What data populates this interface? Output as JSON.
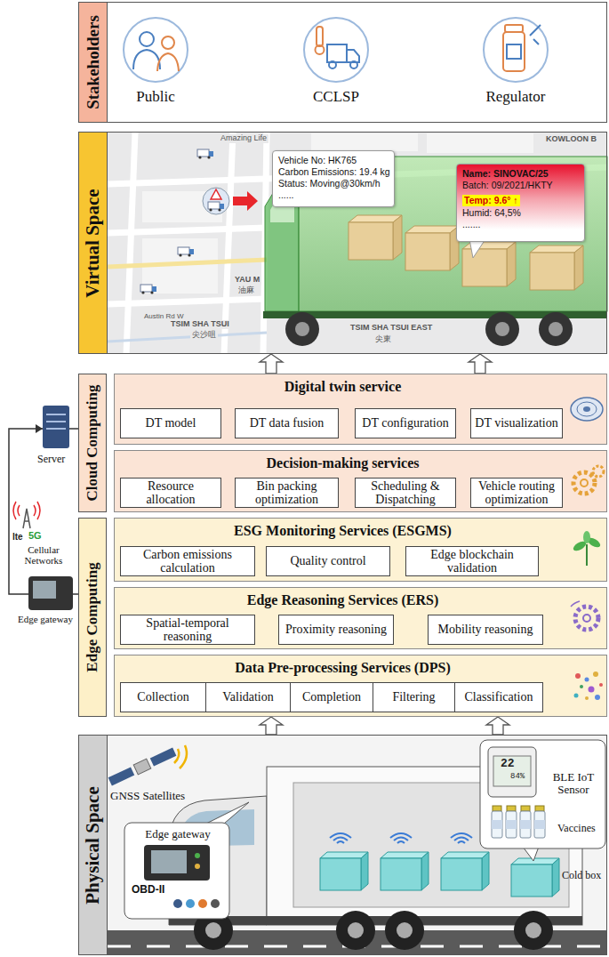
{
  "diagram": {
    "nodes": [
      {
        "text": [
          "Stakeholders"
        ]
      },
      {
        "text": [
          "Virtual Space"
        ]
      },
      {
        "text": [
          "Vehicle No: HK765",
          "Carbon Emissions: 19.4 kg",
          "Status: Moving@30km/h",
          "......"
        ],
        "in": 1
      },
      {
        "text": [
          "Name: SINOVAC/25",
          "Batch: 09/2021/HKTY",
          "Temp: 9.6° ↑",
          "Humid: 64,5%",
          "......."
        ],
        "in": 1
      },
      {
        "text": [
          "Cloud Computing"
        ]
      },
      {
        "text": [
          "Digital twin service"
        ]
      },
      {
        "text": [
          "DT model"
        ],
        "in": 5
      },
      {
        "text": [
          "DT data fusion"
        ],
        "in": 5
      },
      {
        "text": [
          "DT configuration"
        ],
        "in": 5
      },
      {
        "text": [
          "DT visualization"
        ],
        "in": 5
      },
      {
        "text": [
          "Decision-making services"
        ]
      },
      {
        "text": [
          "Resource allocation"
        ],
        "in": 10
      },
      {
        "text": [
          "Bin packing optimization"
        ],
        "in": 10
      },
      {
        "text": [
          "Scheduling & Dispatching"
        ],
        "in": 10
      },
      {
        "text": [
          "Vehicle routing optimization"
        ],
        "in": 10
      },
      {
        "text": [
          "Edge Computing"
        ]
      },
      {
        "text": [
          "ESG Monitoring Services (ESGMS)"
        ]
      },
      {
        "text": [
          "Carbon emissions calculation"
        ],
        "in": 16
      },
      {
        "text": [
          "Quality control"
        ],
        "in": 16
      },
      {
        "text": [
          "Edge blockchain validation"
        ],
        "in": 16
      },
      {
        "text": [
          "Edge Reasoning Services (ERS)"
        ]
      },
      {
        "text": [
          "Spatial-temporal reasoning"
        ],
        "in": 20
      },
      {
        "text": [
          "Proximity reasoning"
        ],
        "in": 20
      },
      {
        "text": [
          "Mobility reasoning"
        ],
        "in": 20
      },
      {
        "text": [
          "Data Pre-processing Services (DPS)"
        ]
      },
      {
        "text": [
          "Collection"
        ],
        "in": 24
      },
      {
        "text": [
          "Validation"
        ],
        "in": 24
      },
      {
        "text": [
          "Completion"
        ],
        "in": 24
      },
      {
        "text": [
          "Filtering"
        ],
        "in": 24
      },
      {
        "text": [
          "Classification"
        ],
        "in": 24
      },
      {
        "text": [
          "Physical Space"
        ]
      },
      {
        "text": [
          "Edge gateway"
        ],
        "in": 30
      },
      {
        "text": [
          "BLE IoT Sensor",
          "Vaccines"
        ],
        "in": 30
      }
    ],
    "edges": [
      {
        "from": 5,
        "to": 1,
        "arrow": "to"
      },
      {
        "from": 5,
        "to": 1,
        "arrow": "to"
      },
      {
        "from": 30,
        "to": 24,
        "arrow": "to"
      },
      {
        "from": 30,
        "to": 24,
        "arrow": "to"
      }
    ],
    "labels": [
      "Public",
      "CCLSP",
      "Regulator",
      "Amazing Life",
      "KOWLOON B",
      "YAU M",
      "油麻",
      "Austin Rd W",
      "TSIM SHA TSUI",
      "尖沙咀",
      "TSIM SHA TSUI EAST",
      "尖東",
      "Server",
      "lte",
      "5G",
      "Cellular Networks",
      "Edge gateway",
      "GNSS Satellites",
      "OBD-II",
      "22",
      "84%",
      "Cold box"
    ]
  }
}
